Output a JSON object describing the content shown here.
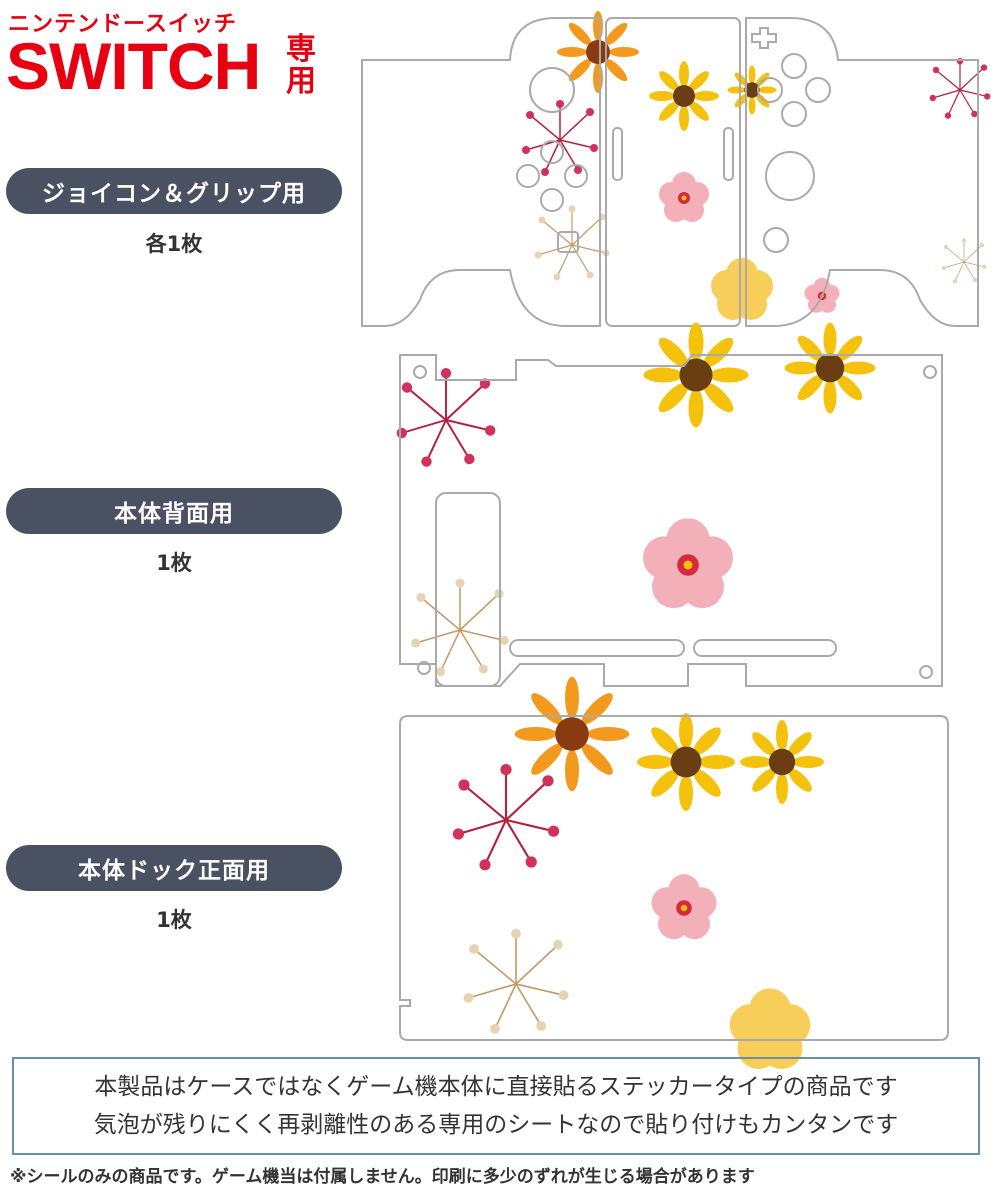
{
  "header": {
    "katakana": "ニンテンドースイッチ",
    "brand": "SWITCH",
    "exclusive": "専用"
  },
  "sections": [
    {
      "label": "ジョイコン＆グリップ用",
      "count": "各1枚"
    },
    {
      "label": "本体背面用",
      "count": "1枚"
    },
    {
      "label": "本体ドック正面用",
      "count": "1枚"
    }
  ],
  "info": {
    "line1": "本製品はケースではなくゲーム機本体に直接貼るステッカータイプの商品です",
    "line2": "気泡が残りにくく再剥離性のある専用のシートなので貼り付けもカンタンです"
  },
  "note": "※シールのみの商品です。ゲーム機当は付属しません。印刷に多少のずれが生じる場合があります",
  "colors": {
    "brand_red": "#e60012",
    "pill_bg": "#4a5162",
    "box_border": "#6a8fa3",
    "outline": "#aaaaaa",
    "sunflower": "#f4c20d",
    "orange_flower": "#f39a1e",
    "pink_blossom": "#f3a3ad",
    "red_cluster": "#b3203e",
    "cream_cluster": "#d8b48a"
  }
}
